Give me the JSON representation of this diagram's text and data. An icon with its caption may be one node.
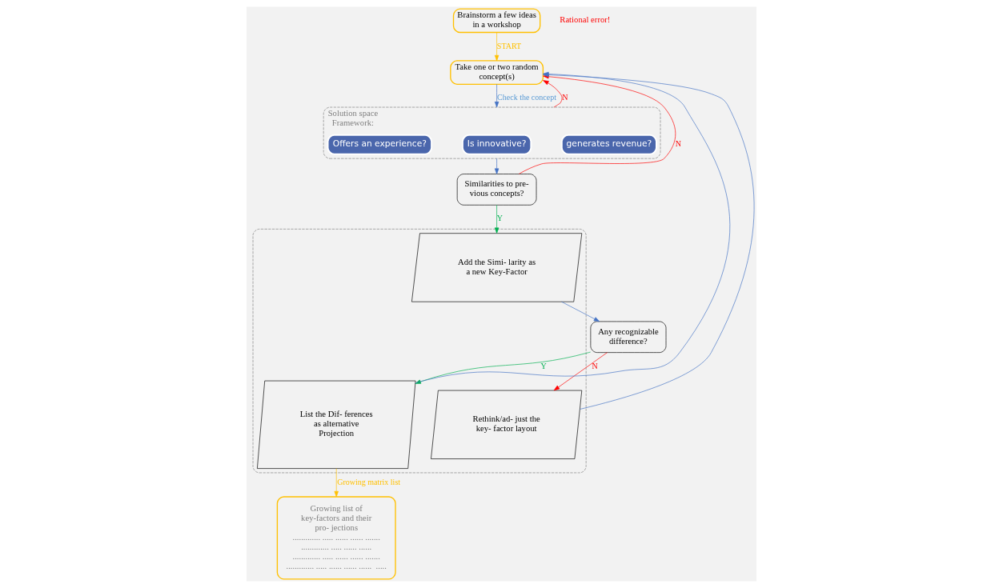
{
  "diagram": {
    "nodes": [
      {
        "text": [
          "Brainstorm a few ideas in a workshop"
        ]
      },
      {
        "text": [
          "Take one or two random concept(s)"
        ]
      },
      {
        "text": [
          "Solution space Framework:"
        ]
      },
      {
        "text": [
          "Offers an experience?"
        ],
        "in": 2
      },
      {
        "text": [
          "Is innovative?"
        ],
        "in": 2
      },
      {
        "text": [
          "generates revenue?"
        ],
        "in": 2
      },
      {
        "text": [
          "Similarities to pre- vious concepts?"
        ]
      },
      {
        "text": [
          "Any recognizable difference?"
        ]
      },
      {
        "text": [],
        "shape": "box"
      },
      {
        "text": [
          "Add the Simi- larity as a new Key-Factor"
        ],
        "in": 8
      },
      {
        "text": [
          "List the Dif- ferences as alternative Projection"
        ],
        "in": 8
      },
      {
        "text": [
          "Rethink/ad- just the key- factor layout"
        ],
        "in": 8
      },
      {
        "text": [
          "Growing list of key-factors and their pro- jections",
          "............. ..... ...... ...... .......",
          "............. ..... ...... ......",
          "............. ..... ...... ...... .......",
          "............. ..... ...... ...... ......  ....."
        ]
      }
    ],
    "edges": [
      {
        "from": 0,
        "to": 1,
        "arrow": "to",
        "label": "START",
        "color": "#ffc000"
      },
      {
        "from": 1,
        "to": 2,
        "arrow": "to",
        "label": "Check the concept"
      },
      {
        "from": 2,
        "to": 6,
        "arrow": "to"
      },
      {
        "from": 2,
        "to": 1,
        "arrow": "to",
        "label": "N",
        "color": "#ff0000"
      },
      {
        "from": 6,
        "to": 1,
        "arrow": "to",
        "label": "N",
        "color": "#ff0000"
      },
      {
        "from": 6,
        "to": 9,
        "arrow": "to",
        "label": "Y",
        "color": "#00b050"
      },
      {
        "from": 9,
        "to": 7,
        "arrow": "to"
      },
      {
        "from": 7,
        "to": 10,
        "arrow": "to",
        "label": "Y",
        "color": "#00b050"
      },
      {
        "from": 7,
        "to": 11,
        "arrow": "to",
        "label": "N",
        "color": "#ff0000"
      },
      {
        "from": 10,
        "to": 1,
        "arrow": "to"
      },
      {
        "from": 11,
        "to": 1,
        "arrow": "to"
      },
      {
        "from": 10,
        "to": 12,
        "arrow": "to",
        "label": "Growing matrix list",
        "color": "#ffc000"
      }
    ],
    "labels": [
      "Rational error!"
    ]
  }
}
